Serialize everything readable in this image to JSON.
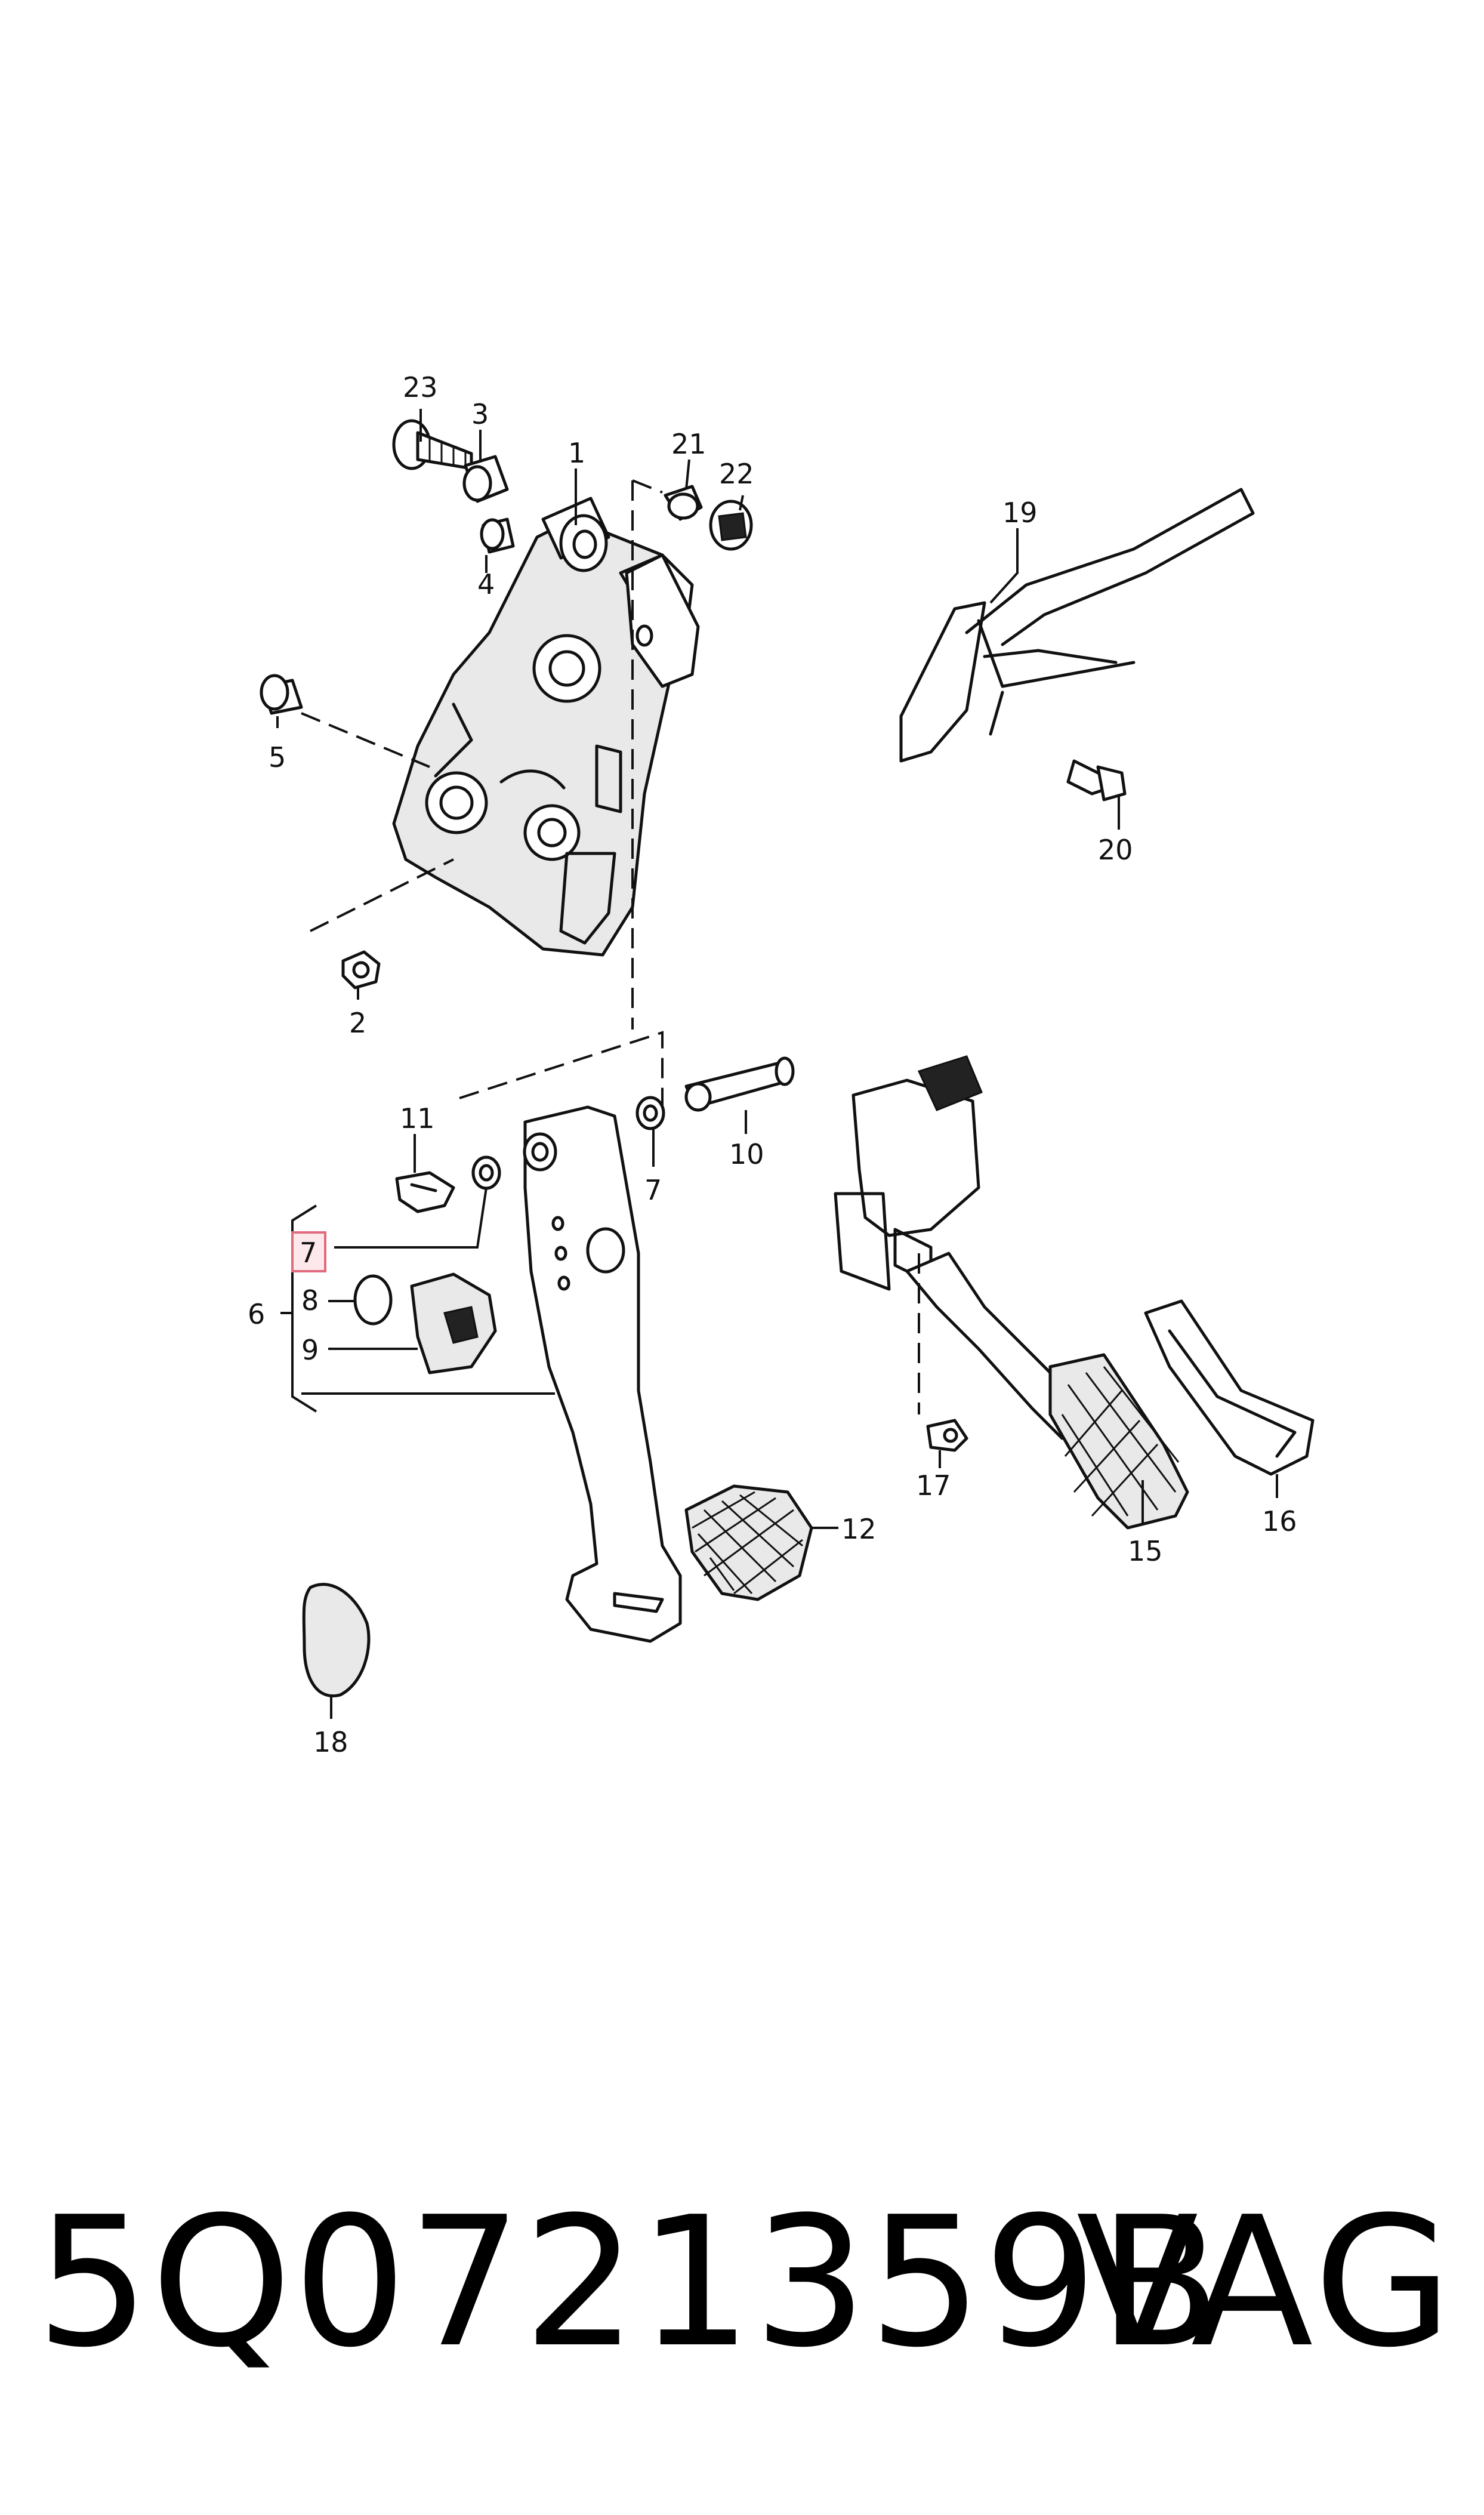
{
  "callouts": {
    "c1": "1",
    "c2": "2",
    "c3": "3",
    "c4": "4",
    "c5": "5",
    "c6": "6",
    "c7a": "7",
    "c7b": "7",
    "c8": "8",
    "c9": "9",
    "c10": "10",
    "c11": "11",
    "c12": "12",
    "c15": "15",
    "c16": "16",
    "c17": "17",
    "c18": "18",
    "c19": "19",
    "c20": "20",
    "c21": "21",
    "c22": "22",
    "c23": "23"
  },
  "highlighted_callout": "7",
  "highlight_color": "#e06b7e",
  "footer": {
    "part_number": "5Q0721359B",
    "brand": "VAG"
  }
}
